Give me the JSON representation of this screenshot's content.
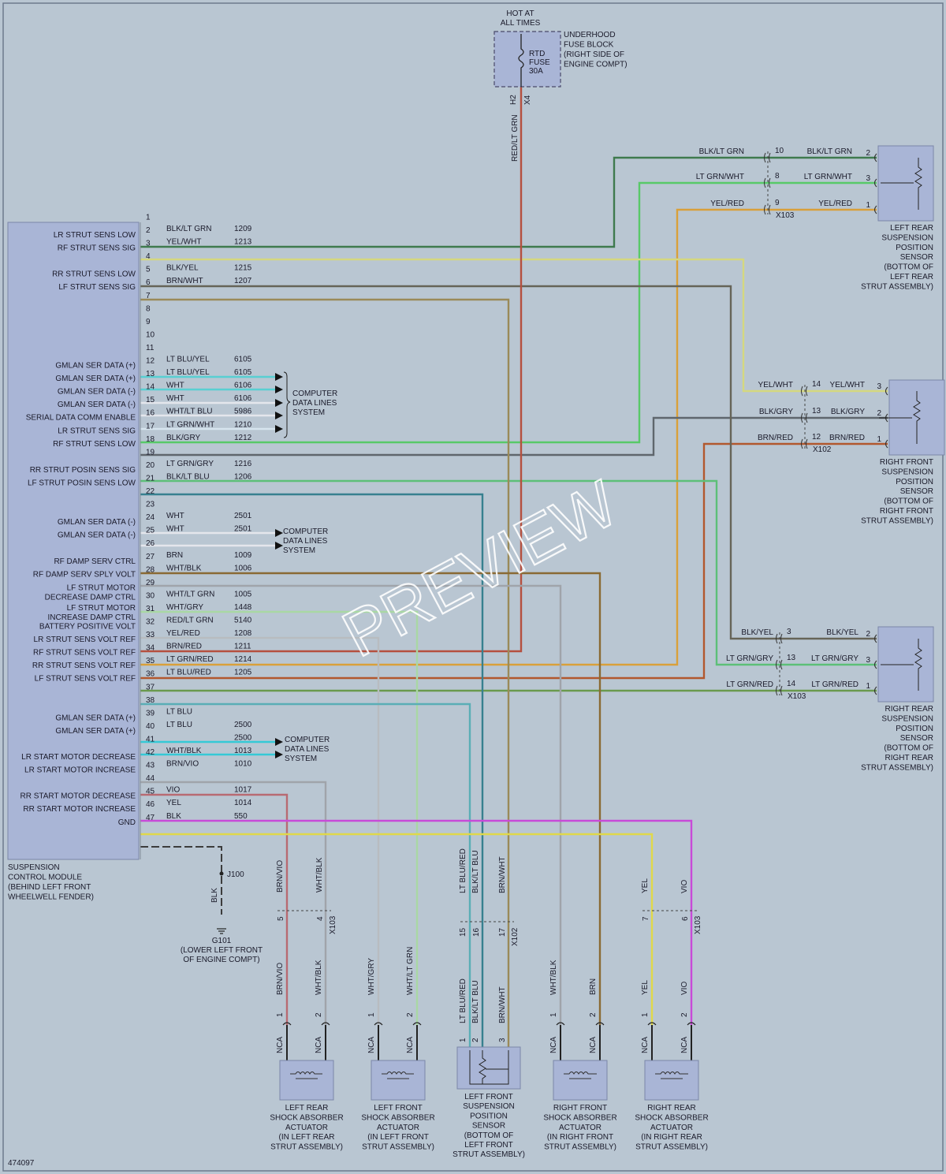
{
  "colors": {
    "background": "#b9c6d2",
    "box": "#a9b5d6",
    "RED/LT GRN": "#b5503f",
    "BLK/LT GRN": "#3f7a4e",
    "LT GRN/WHT": "#58c968",
    "YEL/RED": "#d9a03a",
    "YEL/WHT": "#d5d87f",
    "BLK/YEL": "#666458",
    "BRN/WHT": "#9a8a58",
    "LT BLU/YEL": "#59cfd2",
    "LT BLU": "#35c9d6",
    "WHT": "#e4e6ec",
    "WHT/LT BLU": "#d6e4ee",
    "BLK/GRY": "#5f666d",
    "LT GRN/GRY": "#5dbf78",
    "BLK/LT BLU": "#37808f",
    "BRN": "#8a6a34",
    "WHT/BLK": "#a0a4aa",
    "WHT/LT GRN": "#a9d8a4",
    "WHT/GRY": "#b8bcc0",
    "BRN/RED": "#b2582e",
    "LT GRN/RED": "#6a9a4e",
    "LT BLU/RED": "#5aaeb6",
    "BRN/VIO": "#b86a72",
    "VIO": "#c84ad8",
    "YEL": "#e0d84a",
    "BLK": "#3c3c3c"
  },
  "fuse_block": {
    "hot_label": "HOT AT ALL TIMES",
    "name": "UNDERHOOD FUSE BLOCK (RIGHT SIDE OF ENGINE COMPT)",
    "fuse": "RTD FUSE 30A",
    "pin_h2": "H2",
    "connector": "X4",
    "wire": "RED/LT GRN"
  },
  "module": {
    "name": "SUSPENSION CONTROL MODULE (BEHIND LEFT FRONT WHEELWELL FENDER)",
    "pins": [
      {
        "pin": "1",
        "label": "",
        "wire": "",
        "circuit": ""
      },
      {
        "pin": "2",
        "label": "LR STRUT SENS LOW",
        "wire": "BLK/LT GRN",
        "circuit": "1209"
      },
      {
        "pin": "3",
        "label": "RF STRUT SENS SIG",
        "wire": "YEL/WHT",
        "circuit": "1213"
      },
      {
        "pin": "4",
        "label": "",
        "wire": "",
        "circuit": ""
      },
      {
        "pin": "5",
        "label": "RR STRUT SENS LOW",
        "wire": "BLK/YEL",
        "circuit": "1215"
      },
      {
        "pin": "6",
        "label": "LF STRUT SENS SIG",
        "wire": "BRN/WHT",
        "circuit": "1207"
      },
      {
        "pin": "7",
        "label": "",
        "wire": "",
        "circuit": ""
      },
      {
        "pin": "8",
        "label": "",
        "wire": "",
        "circuit": ""
      },
      {
        "pin": "9",
        "label": "",
        "wire": "",
        "circuit": ""
      },
      {
        "pin": "10",
        "label": "",
        "wire": "",
        "circuit": ""
      },
      {
        "pin": "11",
        "label": "",
        "wire": "",
        "circuit": ""
      },
      {
        "pin": "12",
        "label": "GMLAN SER DATA (+)",
        "wire": "LT BLU/YEL",
        "circuit": "6105"
      },
      {
        "pin": "13",
        "label": "GMLAN SER DATA (+)",
        "wire": "LT BLU/YEL",
        "circuit": "6105"
      },
      {
        "pin": "14",
        "label": "GMLAN SER DATA (-)",
        "wire": "WHT",
        "circuit": "6106"
      },
      {
        "pin": "15",
        "label": "GMLAN SER DATA (-)",
        "wire": "WHT",
        "circuit": "6106"
      },
      {
        "pin": "16",
        "label": "SERIAL DATA COMM ENABLE",
        "wire": "WHT/LT BLU",
        "circuit": "5986"
      },
      {
        "pin": "17",
        "label": "LR STRUT SENS SIG",
        "wire": "LT GRN/WHT",
        "circuit": "1210"
      },
      {
        "pin": "18",
        "label": "RF STRUT SENS LOW",
        "wire": "BLK/GRY",
        "circuit": "1212"
      },
      {
        "pin": "19",
        "label": "",
        "wire": "",
        "circuit": ""
      },
      {
        "pin": "20",
        "label": "RR STRUT POSIN SENS SIG",
        "wire": "LT GRN/GRY",
        "circuit": "1216"
      },
      {
        "pin": "21",
        "label": "LF STRUT POSIN SENS LOW",
        "wire": "BLK/LT BLU",
        "circuit": "1206"
      },
      {
        "pin": "22",
        "label": "",
        "wire": "",
        "circuit": ""
      },
      {
        "pin": "23",
        "label": "",
        "wire": "",
        "circuit": ""
      },
      {
        "pin": "24",
        "label": "GMLAN SER DATA (-)",
        "wire": "WHT",
        "circuit": "2501"
      },
      {
        "pin": "25",
        "label": "GMLAN SER DATA (-)",
        "wire": "WHT",
        "circuit": "2501"
      },
      {
        "pin": "26",
        "label": "",
        "wire": "",
        "circuit": ""
      },
      {
        "pin": "27",
        "label": "RF DAMP SERV CTRL",
        "wire": "BRN",
        "circuit": "1009"
      },
      {
        "pin": "28",
        "label": "RF DAMP SERV SPLY VOLT",
        "wire": "WHT/BLK",
        "circuit": "1006"
      },
      {
        "pin": "29",
        "label": "",
        "wire": "",
        "circuit": ""
      },
      {
        "pin": "30",
        "label": "LF STRUT MOTOR DECREASE DAMP CTRL",
        "wire": "WHT/LT GRN",
        "circuit": "1005"
      },
      {
        "pin": "31",
        "label": "LF STRUT MOTOR INCREASE DAMP CTRL",
        "wire": "WHT/GRY",
        "circuit": "1448"
      },
      {
        "pin": "32",
        "label": "BATTERY POSITIVE VOLT",
        "wire": "RED/LT GRN",
        "circuit": "5140"
      },
      {
        "pin": "33",
        "label": "LR STRUT SENS VOLT REF",
        "wire": "YEL/RED",
        "circuit": "1208"
      },
      {
        "pin": "34",
        "label": "RF STRUT SENS VOLT REF",
        "wire": "BRN/RED",
        "circuit": "1211"
      },
      {
        "pin": "35",
        "label": "RR STRUT SENS VOLT REF",
        "wire": "LT GRN/RED",
        "circuit": "1214"
      },
      {
        "pin": "36",
        "label": "LF STRUT SENS VOLT REF",
        "wire": "LT BLU/RED",
        "circuit": "1205"
      },
      {
        "pin": "37",
        "label": "",
        "wire": "",
        "circuit": ""
      },
      {
        "pin": "38",
        "label": "",
        "wire": "",
        "circuit": ""
      },
      {
        "pin": "39",
        "label": "GMLAN SER DATA (+)",
        "wire": "LT BLU",
        "circuit": ""
      },
      {
        "pin": "40",
        "label": "GMLAN SER DATA (+)",
        "wire": "LT BLU",
        "circuit": "2500"
      },
      {
        "pin": "41",
        "label": "",
        "wire": "",
        "circuit": "2500"
      },
      {
        "pin": "42",
        "label": "LR START MOTOR DECREASE",
        "wire": "WHT/BLK",
        "circuit": "1013"
      },
      {
        "pin": "43",
        "label": "LR START MOTOR INCREASE",
        "wire": "BRN/VIO",
        "circuit": "1010"
      },
      {
        "pin": "44",
        "label": "",
        "wire": "",
        "circuit": ""
      },
      {
        "pin": "45",
        "label": "RR START MOTOR DECREASE",
        "wire": "VIO",
        "circuit": "1017"
      },
      {
        "pin": "46",
        "label": "RR START MOTOR INCREASE",
        "wire": "YEL",
        "circuit": "1014"
      },
      {
        "pin": "47",
        "label": "GND",
        "wire": "BLK",
        "circuit": "550"
      }
    ]
  },
  "data_lines_label": "COMPUTER DATA LINES SYSTEM",
  "sensors": {
    "lr": {
      "name": "LEFT REAR SUSPENSION POSITION SENSOR (BOTTOM OF LEFT REAR STRUT ASSEMBLY)",
      "connector": "X103",
      "rows": [
        {
          "wire_left": "BLK/LT GRN",
          "cav": "10",
          "wire_right": "BLK/LT GRN",
          "pin": "2"
        },
        {
          "wire_left": "LT GRN/WHT",
          "cav": "8",
          "wire_right": "LT GRN/WHT",
          "pin": "3"
        },
        {
          "wire_left": "YEL/RED",
          "cav": "9",
          "wire_right": "YEL/RED",
          "pin": "1"
        }
      ]
    },
    "rf": {
      "name": "RIGHT FRONT SUSPENSION POSITION SENSOR (BOTTOM OF RIGHT FRONT STRUT ASSEMBLY)",
      "connector": "X102",
      "rows": [
        {
          "wire_left": "YEL/WHT",
          "cav": "14",
          "wire_right": "YEL/WHT",
          "pin": "3"
        },
        {
          "wire_left": "BLK/GRY",
          "cav": "13",
          "wire_right": "BLK/GRY",
          "pin": "2"
        },
        {
          "wire_left": "BRN/RED",
          "cav": "12",
          "wire_right": "BRN/RED",
          "pin": "1"
        }
      ]
    },
    "rr": {
      "name": "RIGHT REAR SUSPENSION POSITION SENSOR (BOTTOM OF RIGHT REAR STRUT ASSEMBLY)",
      "connector": "X103",
      "rows": [
        {
          "wire_left": "BLK/YEL",
          "cav": "3",
          "wire_right": "BLK/YEL",
          "pin": "2"
        },
        {
          "wire_left": "LT GRN/GRY",
          "cav": "13",
          "wire_right": "LT GRN/GRY",
          "pin": "3"
        },
        {
          "wire_left": "LT GRN/RED",
          "cav": "14",
          "wire_right": "LT GRN/RED",
          "pin": "1"
        }
      ]
    }
  },
  "ground": {
    "splice": "J100",
    "wire": "BLK",
    "name": "G101",
    "location": "(LOWER LEFT FRONT OF ENGINE COMPT)"
  },
  "bottom_connectors": [
    {
      "pins": [
        "5",
        "4"
      ],
      "name": "X103"
    },
    {
      "pins": [
        "15",
        "16",
        "17"
      ],
      "name": "X102"
    },
    {
      "pins": [
        "7",
        "6"
      ],
      "name": "X103"
    }
  ],
  "components": [
    {
      "name": "LEFT REAR SHOCK ABSORBER ACTUATOR (IN LEFT REAR STRUT ASSEMBLY)",
      "wires": [
        "BRN/VIO",
        "WHT/BLK"
      ],
      "pins": [
        "1",
        "2"
      ],
      "nca": "NCA"
    },
    {
      "name": "LEFT FRONT SHOCK ABSORBER ACTUATOR (IN LEFT FRONT STRUT ASSEMBLY)",
      "wires": [
        "WHT/GRY",
        "WHT/LT GRN"
      ],
      "pins": [
        "1",
        "2"
      ],
      "nca": "NCA"
    },
    {
      "name": "LEFT FRONT SUSPENSION POSITION SENSOR (BOTTOM OF LEFT FRONT STRUT ASSEMBLY)",
      "wires": [
        "LT BLU/RED",
        "BLK/LT BLU",
        "BRN/WHT"
      ],
      "pins": [
        "1",
        "2",
        "3"
      ],
      "nca": ""
    },
    {
      "name": "RIGHT FRONT SHOCK ABSORBER ACTUATOR (IN RIGHT FRONT STRUT ASSEMBLY)",
      "wires": [
        "WHT/BLK",
        "BRN"
      ],
      "pins": [
        "1",
        "2"
      ],
      "nca": "NCA"
    },
    {
      "name": "RIGHT REAR SHOCK ABSORBER ACTUATOR (IN RIGHT REAR STRUT ASSEMBLY)",
      "wires": [
        "YEL",
        "VIO"
      ],
      "pins": [
        "1",
        "2"
      ],
      "nca": "NCA"
    }
  ],
  "watermark": "PREVIEW",
  "figure_id": "474097"
}
